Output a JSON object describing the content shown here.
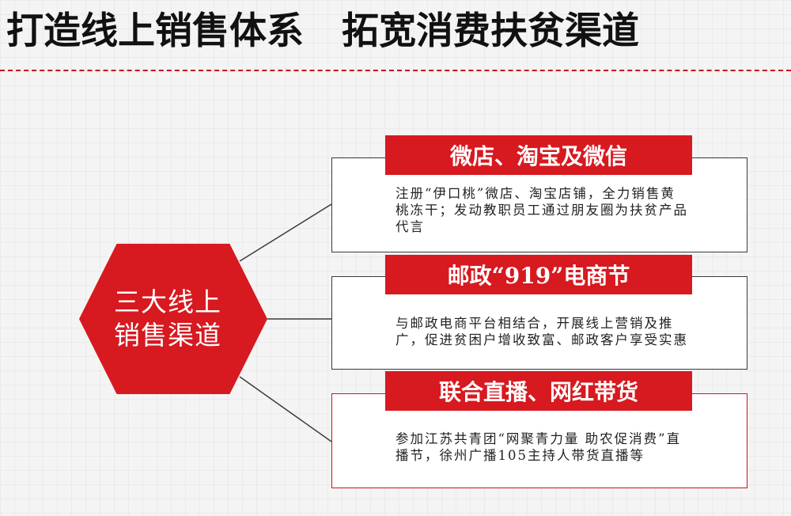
{
  "title": {
    "left": "打造线上销售体系",
    "right": "拓宽消费扶贫渠道"
  },
  "center": {
    "label": "三大线上销售渠道"
  },
  "channels": [
    {
      "title": "微店、淘宝及微信",
      "description": "注册“伊口桃”微店、淘宝店铺，全力销售黄桃冻干；发动教职员工通过朋友圈为扶贫产品代言"
    },
    {
      "title": "邮政“919”电商节",
      "description": "与邮政电商平台相结合，开展线上营销及推广，促进贫困户增收致富、邮政客户享受实惠"
    },
    {
      "title": "联合直播、网红带货",
      "description": "参加江苏共青团“网聚青力量 助农促消费”直播节，徐州广播105主持人带货直播等"
    }
  ]
}
